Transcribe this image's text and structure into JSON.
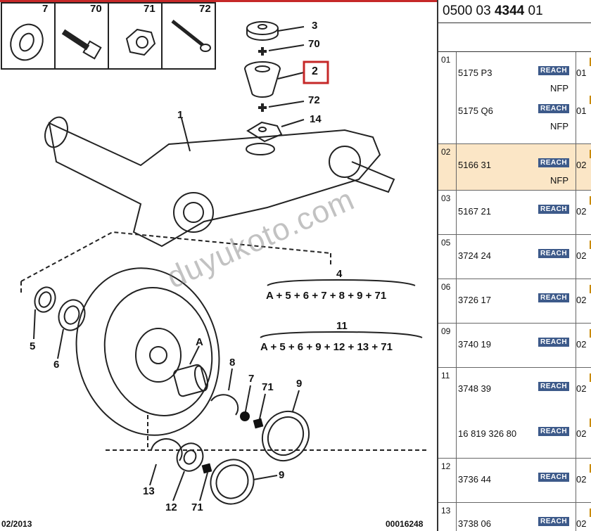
{
  "diagram": {
    "thumbnails": [
      "7",
      "70",
      "71",
      "72"
    ],
    "callouts": {
      "c3": "3",
      "c70": "70",
      "c2": "2",
      "c72": "72",
      "c14": "14",
      "c1": "1",
      "c4": "4",
      "c11": "11",
      "cA": "A",
      "c5": "5",
      "c6": "6",
      "c8": "8",
      "c7": "7",
      "c71a": "71",
      "c9a": "9",
      "c13": "13",
      "c12": "12",
      "c71b": "71",
      "c9b": "9"
    },
    "formula4": "A + 5 + 6 + 7 + 8 + 9 + 71",
    "formula11": "A + 5 + 6 + 9 + 12 + 13 + 71",
    "date": "02/2013",
    "code": "00016248",
    "watermark": "duyukoto.com"
  },
  "panel": {
    "pn_prefix": "0500 03 ",
    "pn_bold": "4344",
    "pn_suffix": " 01",
    "rows": [
      {
        "num": "01",
        "entries": [
          {
            "ref": "5175 P3",
            "badge": "REACH",
            "qty": "01",
            "nfp": "NFP"
          },
          {
            "ref": "5175 Q6",
            "badge": "REACH",
            "qty": "01",
            "nfp": "NFP"
          }
        ]
      },
      {
        "num": "02",
        "entries": [
          {
            "ref": "5166 31",
            "badge": "REACH",
            "qty": "02",
            "nfp": "NFP"
          }
        ]
      },
      {
        "num": "03",
        "entries": [
          {
            "ref": "5167 21",
            "badge": "REACH",
            "qty": "02"
          }
        ]
      },
      {
        "num": "05",
        "entries": [
          {
            "ref": "3724 24",
            "badge": "REACH",
            "qty": "02"
          }
        ]
      },
      {
        "num": "06",
        "entries": [
          {
            "ref": "3726 17",
            "badge": "REACH",
            "qty": "02"
          }
        ]
      },
      {
        "num": "09",
        "entries": [
          {
            "ref": "3740 19",
            "badge": "REACH",
            "qty": "02"
          }
        ]
      },
      {
        "num": "11",
        "entries": [
          {
            "ref": "3748 39",
            "badge": "REACH",
            "qty": "02"
          },
          {
            "ref": "16 819 326 80",
            "badge": "REACH",
            "qty": "02"
          }
        ]
      },
      {
        "num": "12",
        "entries": [
          {
            "ref": "3736 44",
            "badge": "REACH",
            "qty": "02"
          }
        ]
      },
      {
        "num": "13",
        "entries": [
          {
            "ref": "3738 06",
            "badge": "REACH",
            "qty": "02"
          }
        ]
      }
    ]
  }
}
